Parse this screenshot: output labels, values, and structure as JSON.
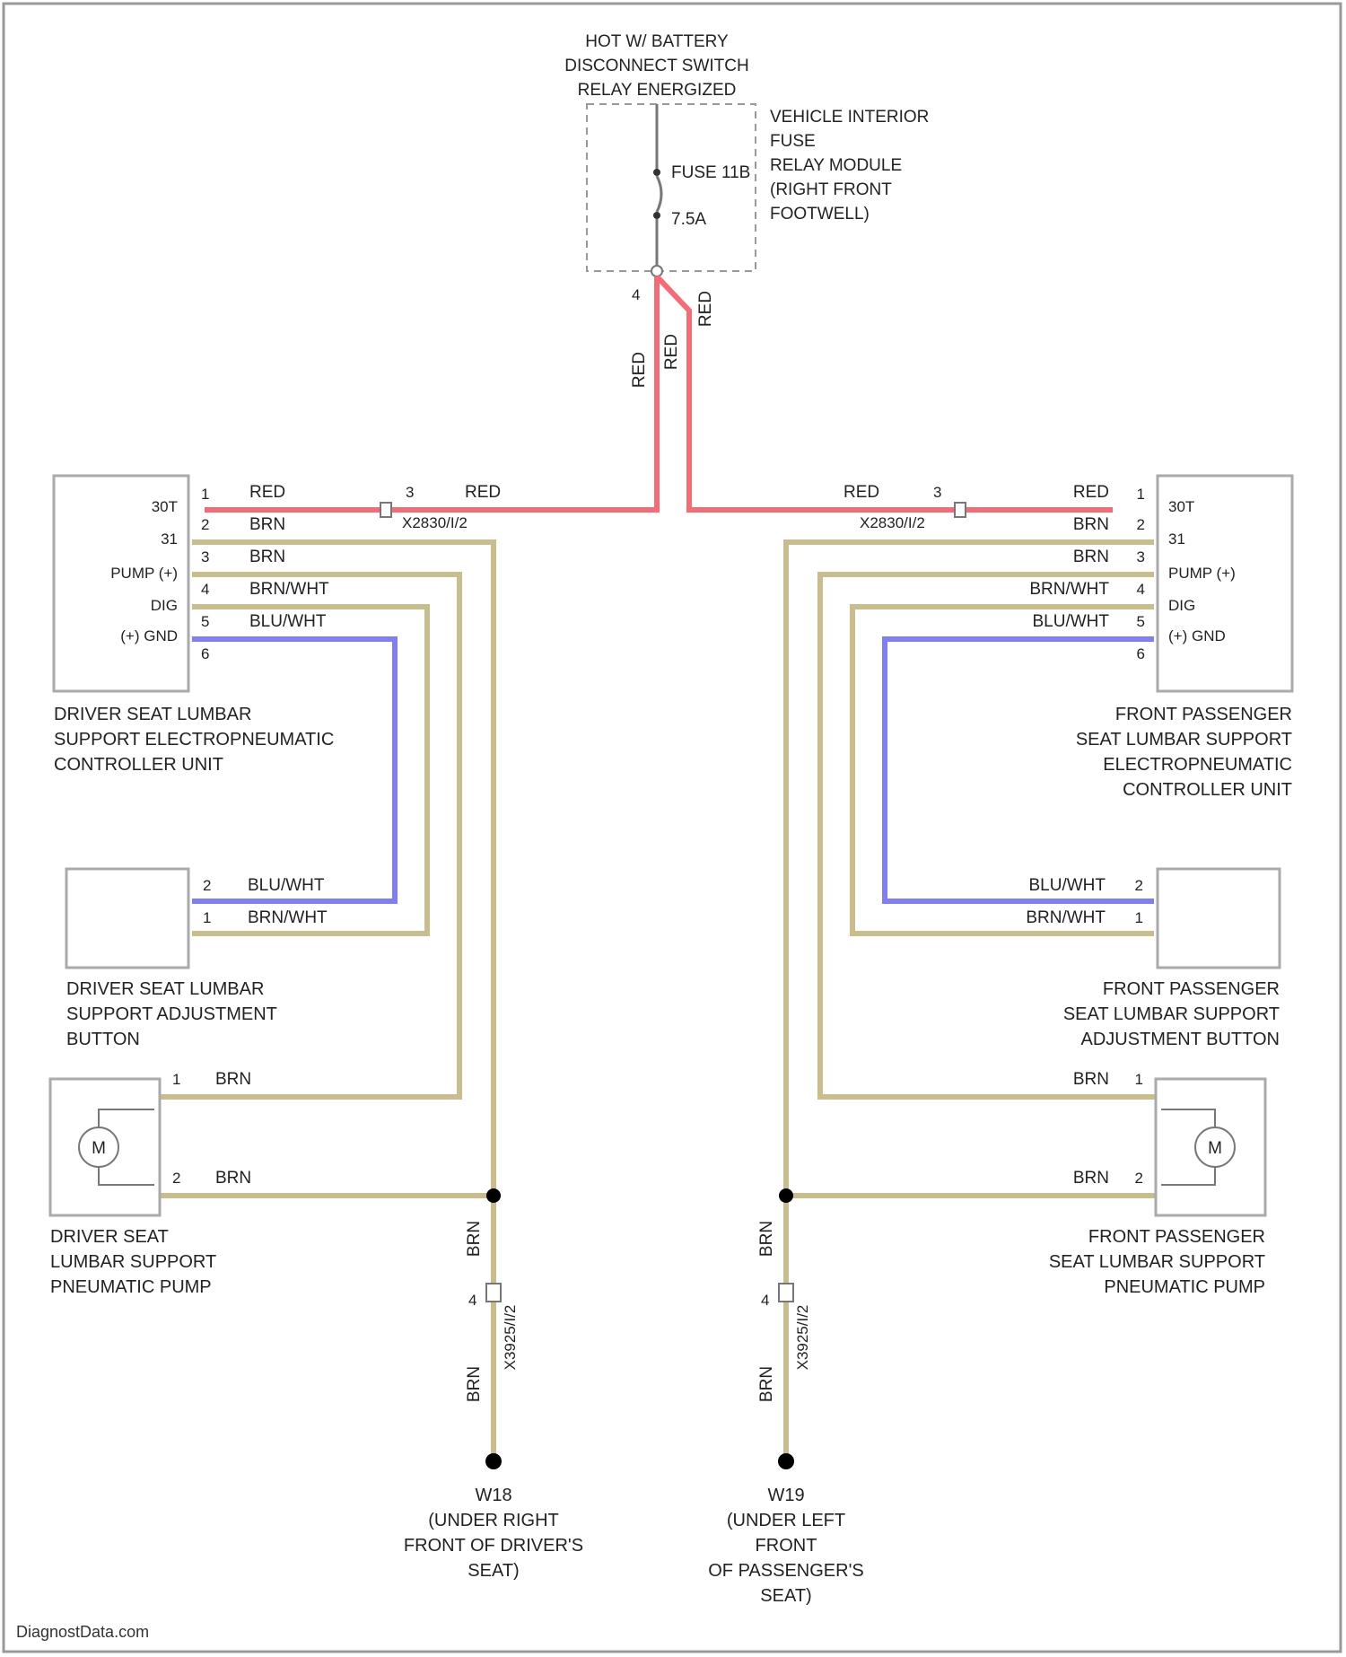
{
  "source": {
    "header": [
      "HOT W/ BATTERY",
      "DISCONNECT SWITCH",
      "RELAY ENERGIZED"
    ],
    "fuse_name": "FUSE 11B",
    "fuse_rating": "7.5A",
    "module_label": [
      "VEHICLE INTERIOR",
      "FUSE",
      "RELAY MODULE",
      "(RIGHT FRONT",
      "FOOTWELL)"
    ],
    "pin": "4",
    "wire_left": "RED",
    "wire_mid": "RED",
    "wire_right": "RED"
  },
  "left": {
    "controller": {
      "pins": [
        {
          "label": "30T",
          "num": "1",
          "wire": "RED"
        },
        {
          "label": "31",
          "num": "2",
          "wire": "BRN"
        },
        {
          "label": "PUMP (+)",
          "num": "3",
          "wire": "BRN"
        },
        {
          "label": "DIG",
          "num": "4",
          "wire": "BRN/WHT"
        },
        {
          "label": "(+) GND",
          "num": "5",
          "wire": "BLU/WHT"
        },
        {
          "label": "",
          "num": "6",
          "wire": ""
        }
      ],
      "caption": [
        "DRIVER SEAT LUMBAR",
        "SUPPORT ELECTROPNEUMATIC",
        "CONTROLLER UNIT"
      ]
    },
    "connector": {
      "num": "3",
      "wire": "RED",
      "id": "X2830/I/2"
    },
    "button": {
      "pins": [
        {
          "num": "2",
          "wire": "BLU/WHT"
        },
        {
          "num": "1",
          "wire": "BRN/WHT"
        }
      ],
      "caption": [
        "DRIVER SEAT LUMBAR",
        "SUPPORT ADJUSTMENT",
        "BUTTON"
      ]
    },
    "pump": {
      "symbol": "M",
      "pins": [
        {
          "num": "1",
          "wire": "BRN"
        },
        {
          "num": "2",
          "wire": "BRN"
        }
      ],
      "caption": [
        "DRIVER SEAT",
        "LUMBAR SUPPORT",
        "PNEUMATIC PUMP"
      ]
    },
    "ground_wire_upper": "BRN",
    "ground_wire_lower": "BRN",
    "ground_conn_pin": "4",
    "ground_conn_id": "X3925/I/2",
    "ground": {
      "name": "W18",
      "caption": [
        "(UNDER RIGHT",
        "FRONT OF DRIVER'S",
        "SEAT)"
      ]
    }
  },
  "right": {
    "controller": {
      "pins": [
        {
          "label": "30T",
          "num": "1",
          "wire": "RED"
        },
        {
          "label": "31",
          "num": "2",
          "wire": "BRN"
        },
        {
          "label": "PUMP (+)",
          "num": "3",
          "wire": "BRN"
        },
        {
          "label": "DIG",
          "num": "4",
          "wire": "BRN/WHT"
        },
        {
          "label": "(+) GND",
          "num": "5",
          "wire": "BLU/WHT"
        },
        {
          "label": "",
          "num": "6",
          "wire": ""
        }
      ],
      "caption": [
        "FRONT PASSENGER",
        "SEAT LUMBAR SUPPORT",
        "ELECTROPNEUMATIC",
        "CONTROLLER UNIT"
      ]
    },
    "connector": {
      "num": "3",
      "wire": "RED",
      "id": "X2830/I/2"
    },
    "button": {
      "pins": [
        {
          "num": "2",
          "wire": "BLU/WHT"
        },
        {
          "num": "1",
          "wire": "BRN/WHT"
        }
      ],
      "caption": [
        "FRONT PASSENGER",
        "SEAT LUMBAR SUPPORT",
        "ADJUSTMENT BUTTON"
      ]
    },
    "pump": {
      "symbol": "M",
      "pins": [
        {
          "num": "1",
          "wire": "BRN"
        },
        {
          "num": "2",
          "wire": "BRN"
        }
      ],
      "caption": [
        "FRONT PASSENGER",
        "SEAT LUMBAR SUPPORT",
        "PNEUMATIC PUMP"
      ]
    },
    "ground_wire_upper": "BRN",
    "ground_wire_lower": "BRN",
    "ground_conn_pin": "4",
    "ground_conn_id": "X3925/I/2",
    "ground": {
      "name": "W19",
      "caption": [
        "(UNDER LEFT",
        "FRONT",
        "OF PASSENGER'S",
        "SEAT)"
      ]
    }
  },
  "watermark": "DiagnostData.com",
  "colors": {
    "red_wire": "#f26d78",
    "brn_wire": "#c9bd8e",
    "blu_wire": "#7f7ff2",
    "box": "#aaaaaa"
  }
}
